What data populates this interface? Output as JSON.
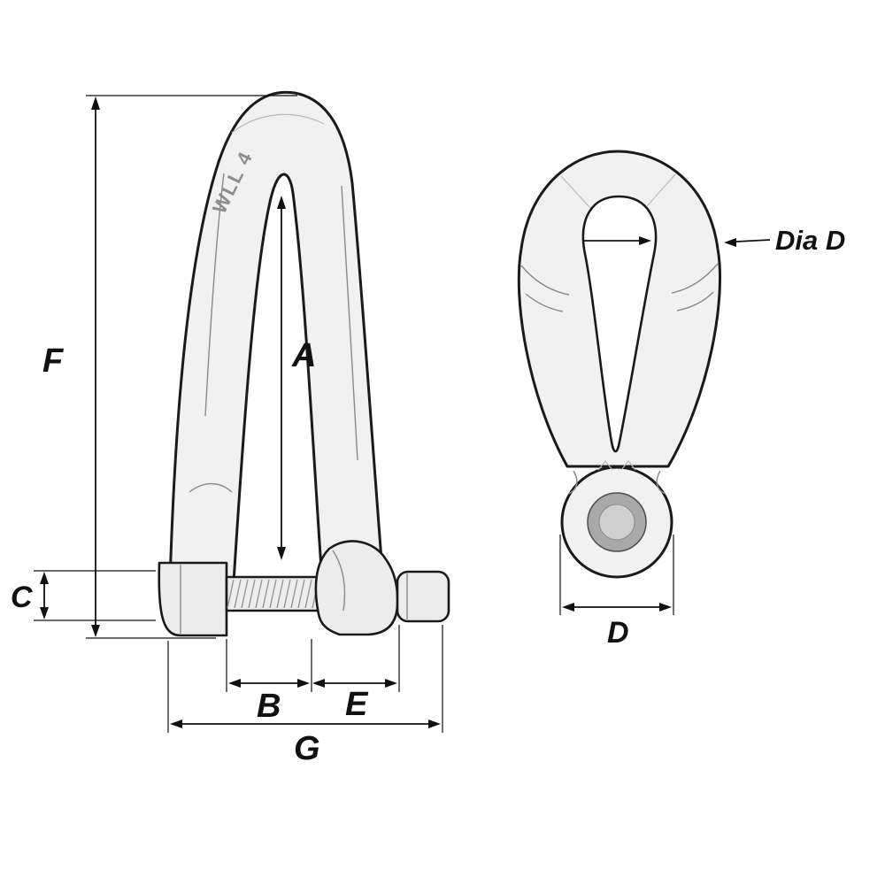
{
  "diagram": {
    "type": "technical-drawing",
    "subject": "twisted-shackle",
    "views": [
      {
        "id": "side",
        "marking": "WLL 4",
        "dimension_labels": [
          "F",
          "A",
          "C",
          "B",
          "E",
          "G"
        ]
      },
      {
        "id": "front",
        "callout": "Dia D",
        "dimension_labels": [
          "D"
        ]
      }
    ],
    "labels": {
      "F": "F",
      "A": "A",
      "C": "C",
      "B": "B",
      "E": "E",
      "G": "G",
      "D": "D",
      "dia_d": "Dia D",
      "marking": "WLL 4"
    },
    "colors": {
      "line": "#1a1a1a",
      "metal_fill": "#f1f1f1",
      "hole_ring": "#a9a9a9",
      "hole_center": "#cfcfcf",
      "background": "#ffffff"
    }
  }
}
